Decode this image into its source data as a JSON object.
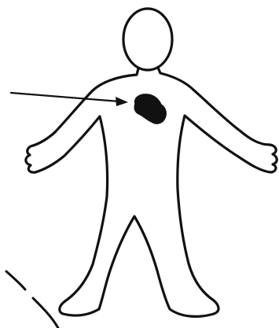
{
  "diagram": {
    "figure": "human-body-outline",
    "marked_organ": "heart",
    "pointer": "arrow",
    "colors": {
      "background": "#ffffff",
      "outline": "#111111",
      "organ_fill": "#111111",
      "arrow": "#111111"
    }
  }
}
